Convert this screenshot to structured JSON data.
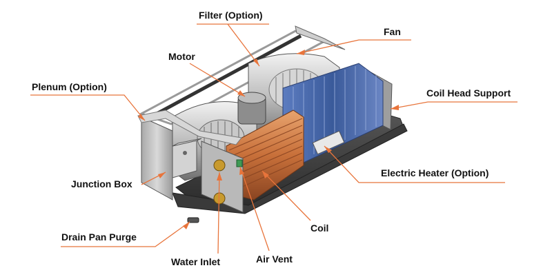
{
  "labels": {
    "filter": "Filter (Option)",
    "fan": "Fan",
    "motor": "Motor",
    "plenum": "Plenum (Option)",
    "coil_head_support": "Coil Head Support",
    "electric_heater": "Electric Heater (Option)",
    "junction_box": "Junction Box",
    "coil": "Coil",
    "drain_pan_purge": "Drain Pan Purge",
    "water_inlet": "Water Inlet",
    "air_vent": "Air Vent"
  },
  "colors": {
    "leader_line": "#e8743b",
    "coil_copper": "#c8703a",
    "heater_blue": "#3a5a9a",
    "housing_gray": "#c8c8c8",
    "label_text": "#111111"
  }
}
